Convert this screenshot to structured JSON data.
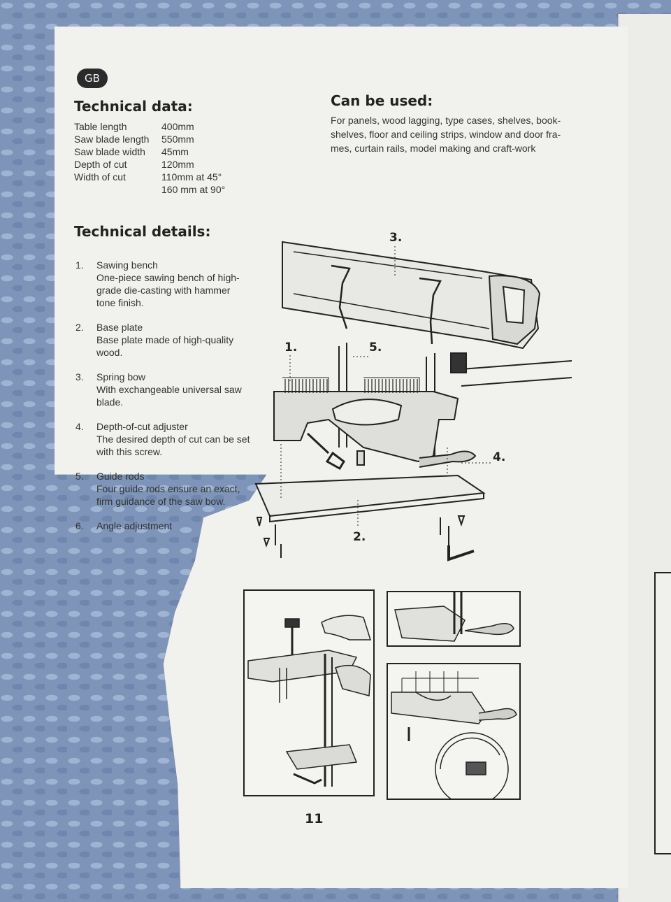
{
  "badge": "GB",
  "technical_data": {
    "title": "Technical data:",
    "rows": [
      {
        "label": "Table length",
        "value": "400mm"
      },
      {
        "label": "Saw blade length",
        "value": "550mm"
      },
      {
        "label": "Saw blade width",
        "value": "45mm"
      },
      {
        "label": "Depth of cut",
        "value": "120mm"
      },
      {
        "label": "Width of cut",
        "value": "110mm at 45°"
      },
      {
        "label": "",
        "value": "160 mm at 90°"
      }
    ]
  },
  "can_be_used": {
    "title": "Can be used:",
    "lines": [
      "For panels, wood lagging, type cases, shelves, book-",
      "shelves, floor and ceiling strips, window and door fra-",
      "mes, curtain rails, model making and craft-work"
    ]
  },
  "technical_details": {
    "title": "Technical details:",
    "items": [
      {
        "num": "1.",
        "title": "Sawing bench",
        "desc": "One-piece sawing bench of high-grade die-casting with hammer tone finish."
      },
      {
        "num": "2.",
        "title": "Base plate",
        "desc": "Base plate made of high-quality wood."
      },
      {
        "num": "3.",
        "title": "Spring bow",
        "desc": "With exchangeable universal saw blade."
      },
      {
        "num": "4.",
        "title": "Depth-of-cut adjuster",
        "desc": "The desired depth of cut can be set with this screw."
      },
      {
        "num": "5.",
        "title": "Guide rods",
        "desc": "Four guide rods ensure an exact, firm guidance of the saw bow."
      },
      {
        "num": "6.",
        "title": "Angle adjustment",
        "desc": ""
      }
    ]
  },
  "diagram_callouts": {
    "c1": "1.",
    "c2": "2.",
    "c3": "3.",
    "c4": "4.",
    "c5": "5."
  },
  "page_number": "11"
}
